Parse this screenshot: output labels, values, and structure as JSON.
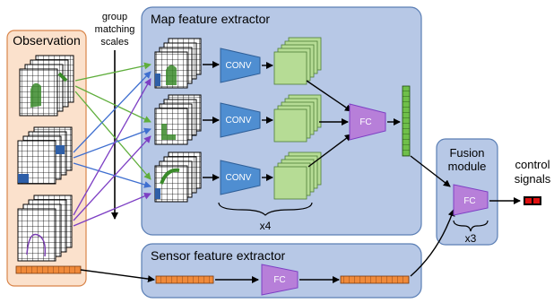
{
  "observation": {
    "title": "Observation"
  },
  "group_label": [
    "group",
    "matching",
    "scales"
  ],
  "map_extractor": {
    "title": "Map feature extractor",
    "conv_label": "CONV",
    "fc_label": "FC",
    "repeat": "x4"
  },
  "sensor_extractor": {
    "title": "Sensor feature extractor",
    "fc_label": "FC"
  },
  "fusion": {
    "title": [
      "Fusion",
      "module"
    ],
    "fc_label": "FC",
    "repeat": "x3"
  },
  "output": {
    "label": [
      "control",
      "signals"
    ]
  },
  "colors": {
    "observation_bg": "#fbe1cc",
    "observation_border": "#d9854a",
    "panel_bg": "#b7c8e6",
    "panel_border": "#5b7fb5",
    "conv": "#4f8ed1",
    "fc": "#b77fd9",
    "feature_map": "#b6dc95",
    "grid_green": "#3a8a2a",
    "grid_blue": "#2e5fa8",
    "grid_purple": "#7a3fb0",
    "sensor_vector": "#f08a3a",
    "output": "#e01010",
    "arrow_green": "#5fae3c",
    "arrow_blue": "#3f6fd0",
    "arrow_purple": "#7d3fc4"
  }
}
